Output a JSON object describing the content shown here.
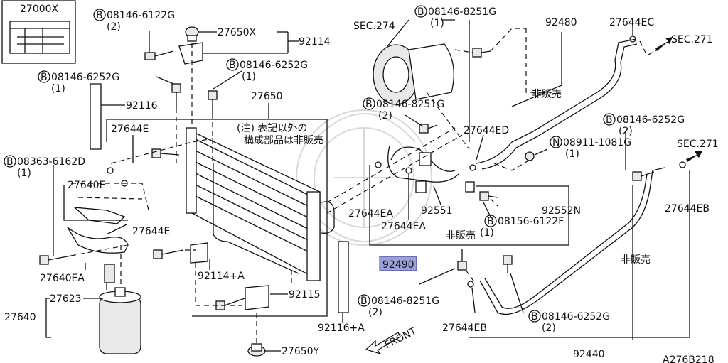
{
  "labels": {
    "l_27000x": "27000X",
    "l_b6122g": "08146-6122G",
    "l_b6122g_qty": "(2)",
    "l_27650x": "27650X",
    "l_92114": "92114",
    "l_b6252g_mid": "08146-6252G",
    "l_b6252g_mid_qty": "(1)",
    "l_b6252g_left": "08146-6252G",
    "l_b6252g_left_qty": "(1)",
    "l_92116": "92116",
    "l_27650": "27650",
    "l_note1": "(注) 表記以外の",
    "l_note2": "構成部品は非販売",
    "l_27644e_top": "27644E",
    "l_b6162d": "08363-6162D",
    "l_b6162d_qty": "(1)",
    "l_27640e": "27640E",
    "l_27644e_mid": "27644E",
    "l_27640ea": "27640EA",
    "l_27623": "27623",
    "l_27640": "27640",
    "l_92114a": "92114+A",
    "l_92115": "92115",
    "l_92116a": "92116+A",
    "l_27650y": "27650Y",
    "l_sec274": "SEC.274",
    "l_b8251g_top": "08146-8251G",
    "l_b8251g_top_qty": "(1)",
    "l_b8251g_mid": "08146-8251G",
    "l_b8251g_mid_qty": "(2)",
    "l_92480": "92480",
    "l_27644ec": "27644EC",
    "l_sec271_top": "SEC.271",
    "l_hanbai_top": "非販売",
    "l_27644ed": "27644ED",
    "l_n1081g": "08911-1081G",
    "l_n1081g_qty": "(1)",
    "l_b6252g_right": "08146-6252G",
    "l_b6252g_right_qty": "(2)",
    "l_sec271_right": "SEC.271",
    "l_27644ea_a": "27644EA",
    "l_92551": "92551",
    "l_92552n": "92552N",
    "l_27644ea_b": "27644EA",
    "l_b6122f": "08156-6122F",
    "l_b6122f_qty": "(1)",
    "l_hanbai_mid": "非販売",
    "l_27644eb_right": "27644EB",
    "l_92490": "92490",
    "l_hanbai_right": "非販売",
    "l_b8251g_bot": "08146-8251G",
    "l_b8251g_bot_qty": "(2)",
    "l_b6252g_bot": "08146-6252G",
    "l_b6252g_bot_qty": "(2)",
    "l_27644eb_bot": "27644EB",
    "l_front": "FRONT",
    "l_92440": "92440",
    "l_ref": "A276B218"
  }
}
